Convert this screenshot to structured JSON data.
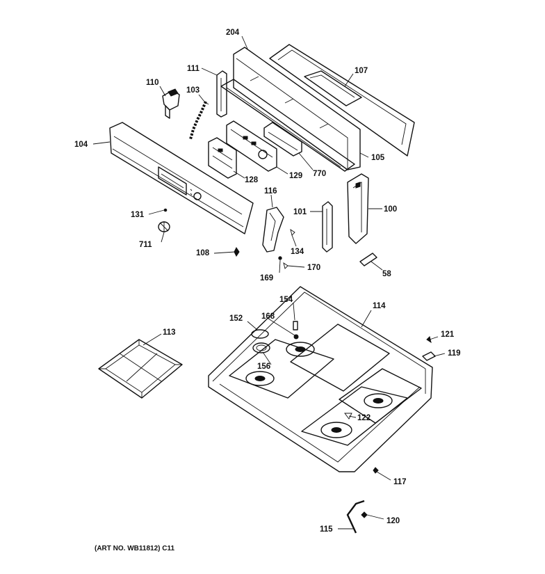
{
  "diagram": {
    "callouts": {
      "c204": "204",
      "c107": "107",
      "c111": "111",
      "c110": "110",
      "c103": "103",
      "c104": "104",
      "c105": "105",
      "c128": "128",
      "c129": "129",
      "c770": "770",
      "c116": "116",
      "c101": "101",
      "c100": "100",
      "c131": "131",
      "c711": "711",
      "c108": "108",
      "c134": "134",
      "c170": "170",
      "c169": "169",
      "c58": "58",
      "c154": "154",
      "c114": "114",
      "c152": "152",
      "c168": "168",
      "c113": "113",
      "c156": "156",
      "c121": "121",
      "c119": "119",
      "c122": "122",
      "c117": "117",
      "c120": "120",
      "c115": "115"
    },
    "footer": "(ART NO. WB11812) C11"
  }
}
